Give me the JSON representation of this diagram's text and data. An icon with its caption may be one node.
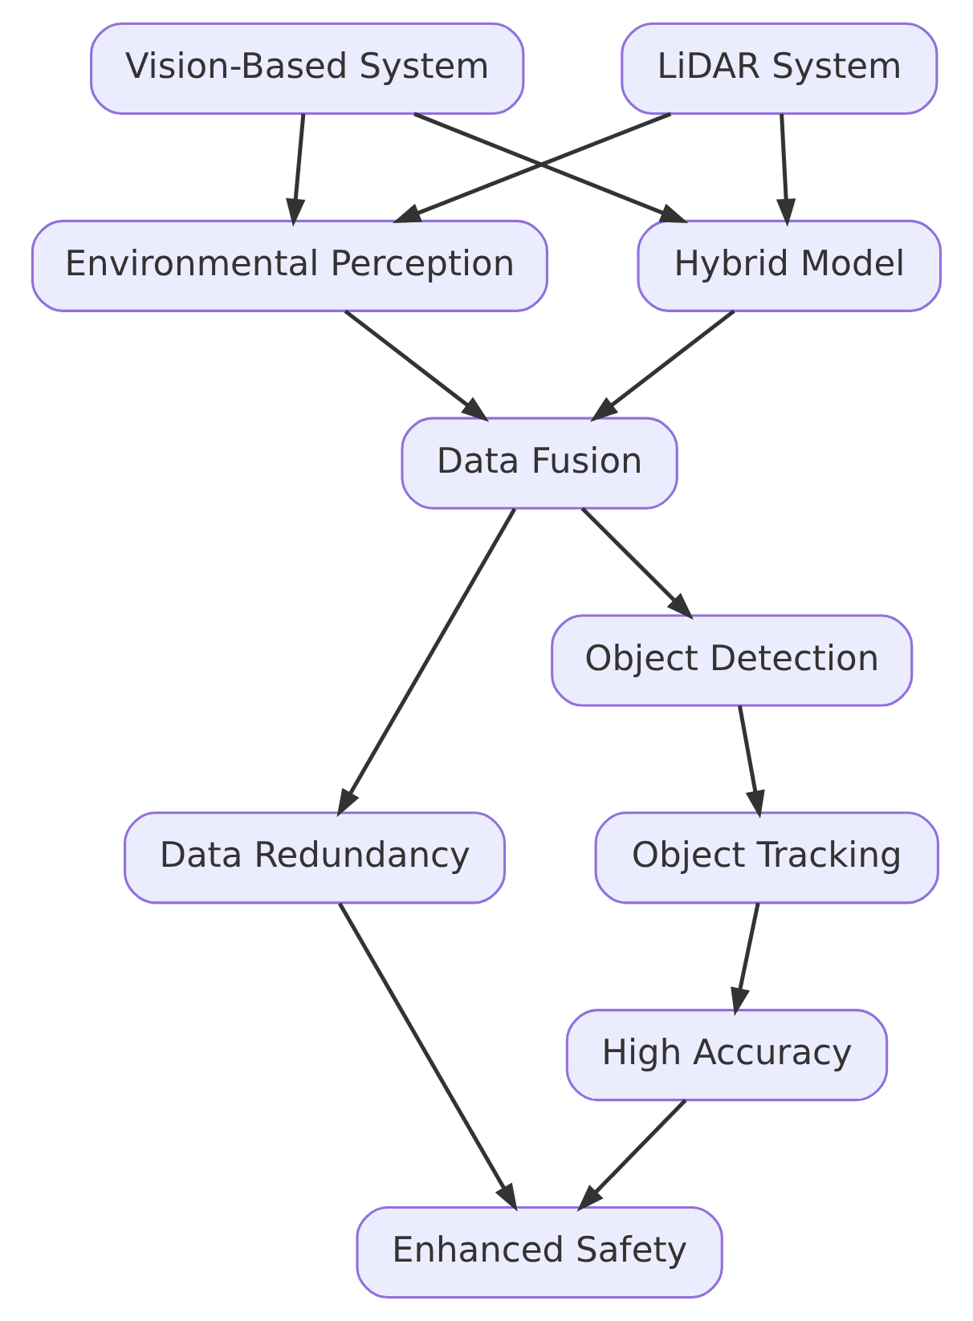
{
  "diagram": {
    "nodes": [
      {
        "text": [
          "Vision-Based System"
        ]
      },
      {
        "text": [
          "LiDAR System"
        ]
      },
      {
        "text": [
          "Environmental Perception"
        ]
      },
      {
        "text": [
          "Hybrid Model"
        ]
      },
      {
        "text": [
          "Data Fusion"
        ]
      },
      {
        "text": [
          "Object Detection"
        ]
      },
      {
        "text": [
          "Object Tracking"
        ]
      },
      {
        "text": [
          "Data Redundancy"
        ]
      },
      {
        "text": [
          "High Accuracy"
        ]
      },
      {
        "text": [
          "Enhanced Safety"
        ]
      }
    ],
    "edges": [
      {
        "from": 0,
        "to": 2,
        "arrow": "to"
      },
      {
        "from": 0,
        "to": 3,
        "arrow": "to"
      },
      {
        "from": 1,
        "to": 2,
        "arrow": "to"
      },
      {
        "from": 1,
        "to": 3,
        "arrow": "to"
      },
      {
        "from": 2,
        "to": 4,
        "arrow": "to"
      },
      {
        "from": 3,
        "to": 4,
        "arrow": "to"
      },
      {
        "from": 4,
        "to": 7,
        "arrow": "to"
      },
      {
        "from": 4,
        "to": 5,
        "arrow": "to"
      },
      {
        "from": 5,
        "to": 6,
        "arrow": "to"
      },
      {
        "from": 6,
        "to": 8,
        "arrow": "to"
      },
      {
        "from": 7,
        "to": 9,
        "arrow": "to"
      },
      {
        "from": 8,
        "to": 9,
        "arrow": "to"
      }
    ]
  }
}
